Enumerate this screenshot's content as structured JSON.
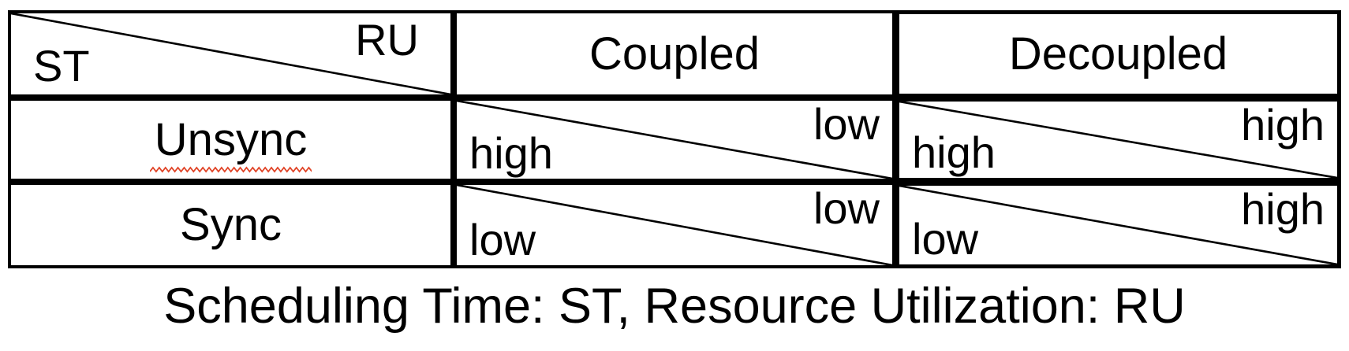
{
  "table": {
    "corner": {
      "row_axis": "ST",
      "col_axis": "RU"
    },
    "columns": [
      {
        "label": "Coupled"
      },
      {
        "label": "Decoupled"
      }
    ],
    "rows": [
      {
        "label": "Unsync",
        "spellcheck_underline": true,
        "cells": [
          {
            "st": "high",
            "ru": "low"
          },
          {
            "st": "high",
            "ru": "high"
          }
        ]
      },
      {
        "label": "Sync",
        "spellcheck_underline": false,
        "cells": [
          {
            "st": "low",
            "ru": "low"
          },
          {
            "st": "low",
            "ru": "high"
          }
        ]
      }
    ]
  },
  "caption": "Scheduling Time: ST, Resource Utilization: RU",
  "colors": {
    "ink": "#000000",
    "spellcheck_red": "#e04326",
    "background": "#ffffff"
  }
}
